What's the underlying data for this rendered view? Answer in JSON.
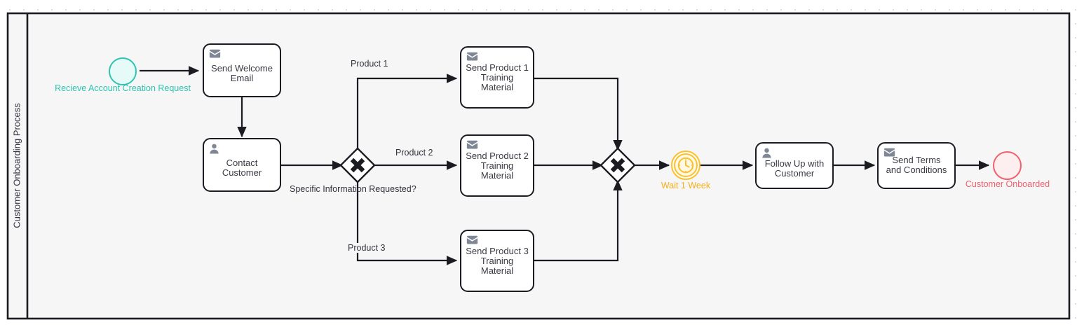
{
  "pool": {
    "title": "Customer Onboarding Process"
  },
  "events": {
    "start": {
      "label": "Recieve Account Creation Request",
      "icon": "start-event-circle",
      "color": "#2ec4b1",
      "fill": "#e6fbf7"
    },
    "timer": {
      "label": "Wait 1 Week",
      "icon": "timer-clock-icon",
      "color": "#fcc02b",
      "fill": "#fff8e4"
    },
    "end": {
      "label": "Customer Onboarded",
      "icon": "end-event-circle",
      "color": "#f0606e",
      "fill": "#fdeeef"
    }
  },
  "tasks": [
    {
      "id": "send-welcome-email",
      "label": "Send Welcome\nEmail",
      "icon": "envelope-icon"
    },
    {
      "id": "contact-customer",
      "label": "Contact\nCustomer",
      "icon": "user-icon"
    },
    {
      "id": "send-product-1",
      "label": "Send Product 1\nTraining\nMaterial",
      "icon": "envelope-icon"
    },
    {
      "id": "send-product-2",
      "label": "Send Product 2\nTraining\nMaterial",
      "icon": "envelope-icon"
    },
    {
      "id": "send-product-3",
      "label": "Send Product 3\nTraining\nMaterial",
      "icon": "envelope-icon"
    },
    {
      "id": "follow-up-customer",
      "label": "Follow Up with\nCustomer",
      "icon": "user-icon"
    },
    {
      "id": "send-terms",
      "label": "Send Terms\nand Conditions",
      "icon": "envelope-icon"
    }
  ],
  "gateways": [
    {
      "id": "split-gateway",
      "label": "Specific Information Requested?",
      "icon": "exclusive-gateway-x"
    },
    {
      "id": "merge-gateway",
      "label": "",
      "icon": "exclusive-gateway-x"
    }
  ],
  "flow_labels": [
    {
      "id": "flow-product-1",
      "label": "Product 1"
    },
    {
      "id": "flow-product-2",
      "label": "Product 2"
    },
    {
      "id": "flow-product-3",
      "label": "Product 3"
    }
  ],
  "colors": {
    "stroke": "#1b1b22",
    "pool_fill": "#f6f6f6",
    "task_text": "#3a3a45",
    "icon_gray": "#7f8795"
  }
}
